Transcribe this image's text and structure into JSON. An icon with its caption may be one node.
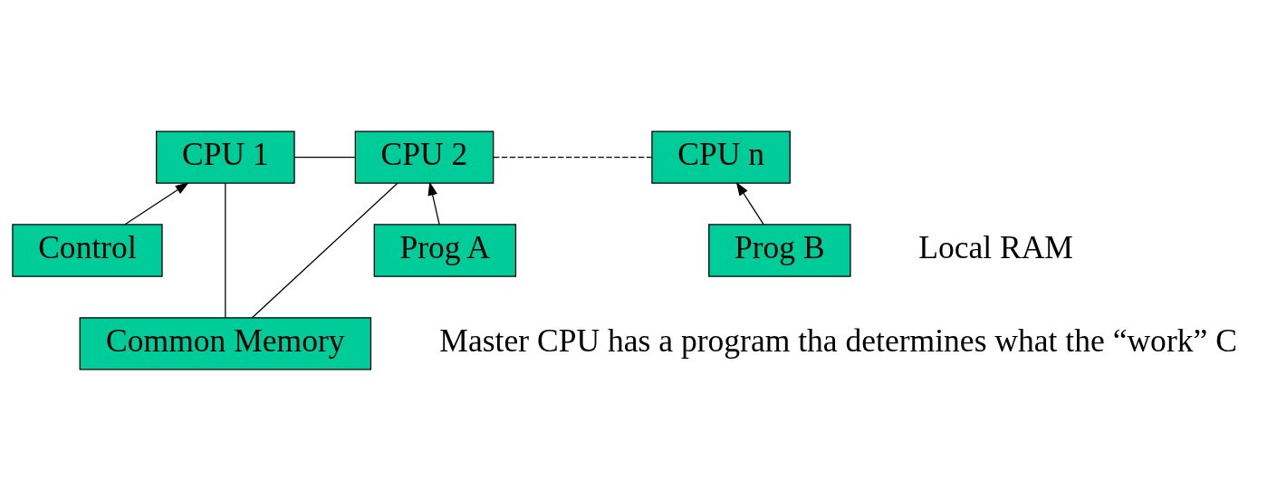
{
  "diagram": {
    "nodes": [
      {
        "text": [
          "CPU 1"
        ]
      },
      {
        "text": [
          "CPU 2"
        ]
      },
      {
        "text": [
          "CPU n"
        ]
      },
      {
        "text": [
          "Control"
        ]
      },
      {
        "text": [
          "Prog A"
        ]
      },
      {
        "text": [
          "Prog B"
        ]
      },
      {
        "text": [
          "Common Memory"
        ]
      }
    ],
    "edges": [
      {
        "from": 0,
        "to": 1,
        "arrow": "none"
      },
      {
        "from": 6,
        "to": 0,
        "arrow": "none"
      },
      {
        "from": 6,
        "to": 1,
        "arrow": "none"
      },
      {
        "from": 1,
        "to": 2,
        "arrow": "none",
        "style": "dashed"
      },
      {
        "from": 3,
        "to": 0,
        "arrow": "to"
      },
      {
        "from": 4,
        "to": 1,
        "arrow": "to"
      },
      {
        "from": 5,
        "to": 2,
        "arrow": "to"
      }
    ],
    "labels": [
      "Local RAM",
      "Master CPU has a program tha determines what the “work” C"
    ]
  }
}
